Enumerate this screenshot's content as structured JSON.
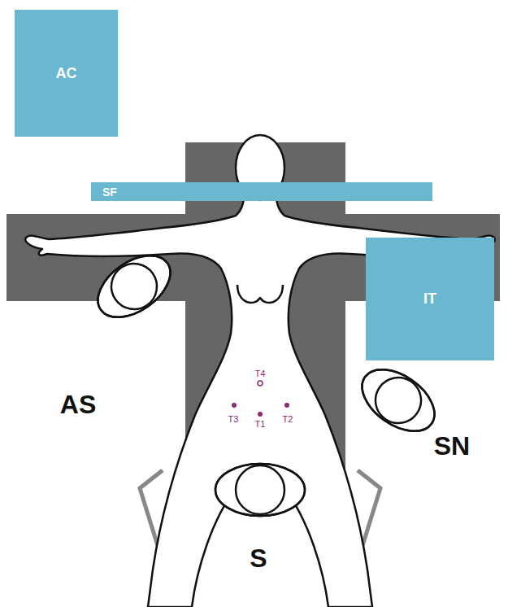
{
  "diagram": {
    "nodes": [
      {
        "text": [
          "AC"
        ]
      },
      {
        "text": [
          "SF"
        ]
      },
      {
        "text": [
          "IT"
        ]
      }
    ],
    "labels": [
      "T4",
      "T3",
      "T1",
      "T2",
      "AS",
      "SN",
      "S"
    ]
  }
}
